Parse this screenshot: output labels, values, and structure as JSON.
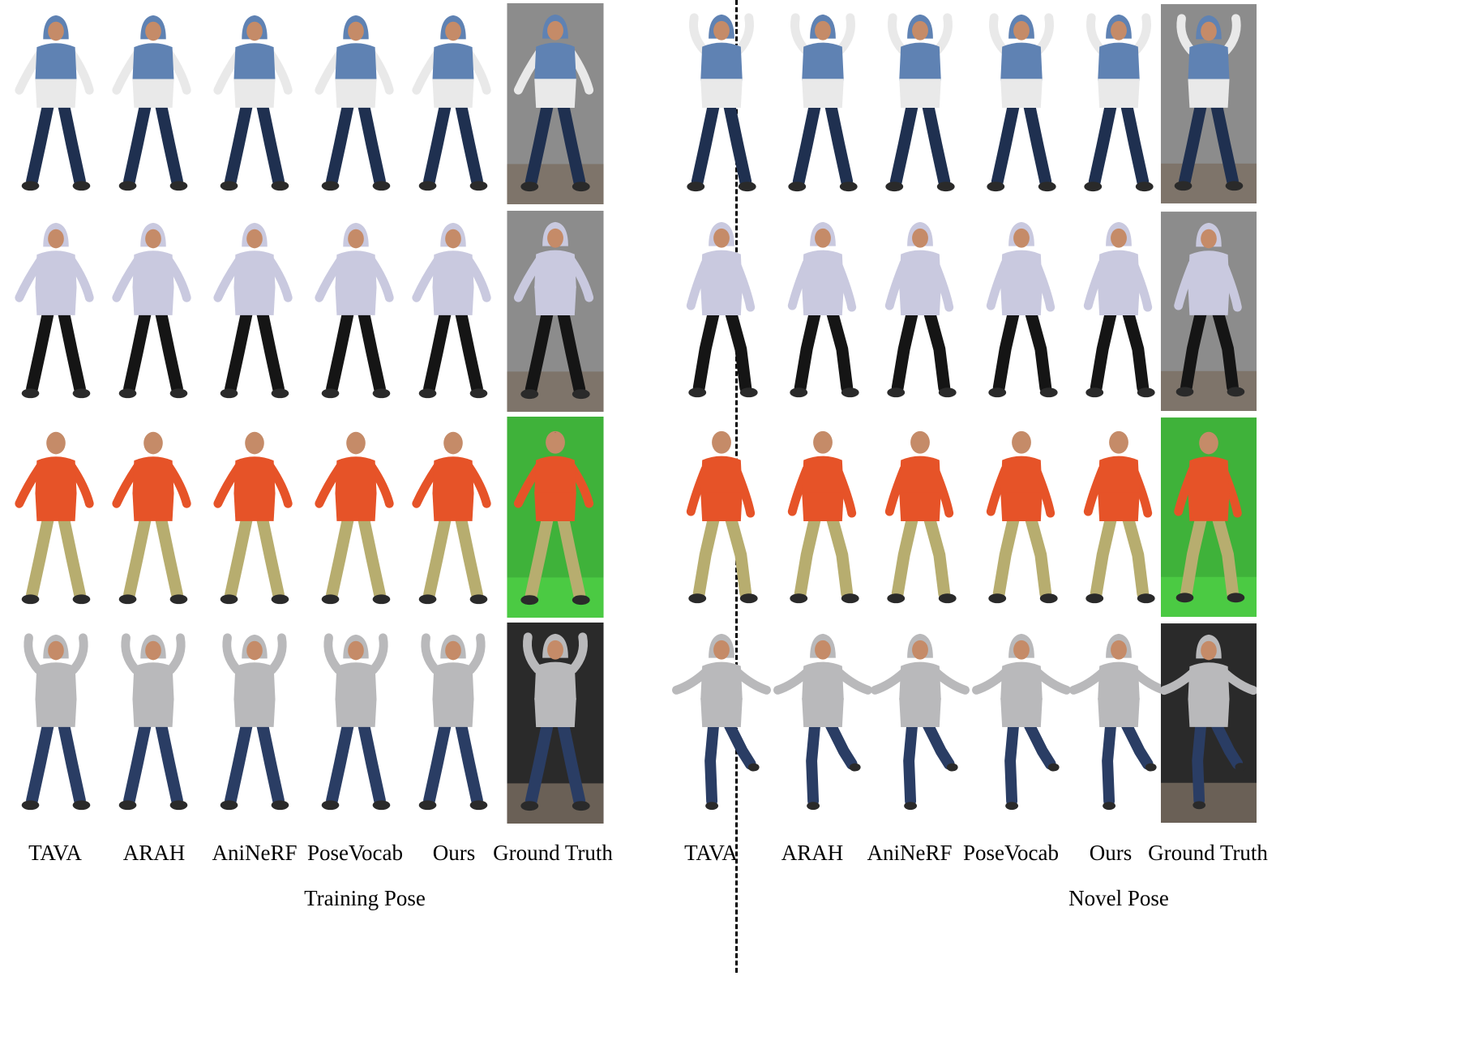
{
  "panels": [
    {
      "id": "training",
      "caption": "Training Pose",
      "methods": [
        "TAVA",
        "ARAH",
        "AniNeRF",
        "PoseVocab",
        "Ours",
        "Ground Truth"
      ]
    },
    {
      "id": "novel",
      "caption": "Novel Pose",
      "methods": [
        "TAVA",
        "ARAH",
        "AniNeRF",
        "PoseVocab",
        "Ours",
        "Ground Truth"
      ]
    }
  ],
  "subjects": [
    {
      "top_color": "#5f82b3",
      "top2_color": "#e9e9e9",
      "pants_color": "#1f3050",
      "gt_background": "gray",
      "icon": "hooded-person-icon"
    },
    {
      "top_color": "#c9c9df",
      "top2_color": "#c9c9df",
      "pants_color": "#151515",
      "gt_background": "gray",
      "icon": "hooded-person-icon"
    },
    {
      "top_color": "#e65328",
      "top2_color": "#e65328",
      "pants_color": "#b7ad6f",
      "gt_background": "green",
      "icon": "person-icon"
    },
    {
      "top_color": "#b9b9bb",
      "top2_color": "#b9b9bb",
      "pants_color": "#2a3d64",
      "gt_background": "dark",
      "icon": "hooded-person-icon"
    }
  ]
}
